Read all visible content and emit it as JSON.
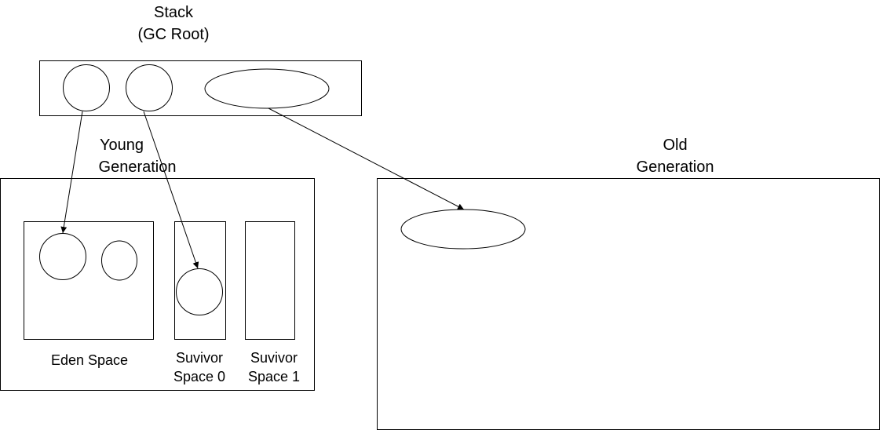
{
  "diagram": {
    "stack": {
      "title_line1": "Stack",
      "title_line2": "(GC Root)"
    },
    "young_generation": {
      "title_line1": "Young",
      "title_line2": "Generation",
      "eden": {
        "label": "Eden Space"
      },
      "survivor0": {
        "label_line1": "Suvivor",
        "label_line2": "Space 0"
      },
      "survivor1": {
        "label_line1": "Suvivor",
        "label_line2": "Space 1"
      }
    },
    "old_generation": {
      "title_line1": "Old",
      "title_line2": "Generation"
    }
  },
  "colors": {
    "stroke": "#000000",
    "background": "#ffffff"
  }
}
